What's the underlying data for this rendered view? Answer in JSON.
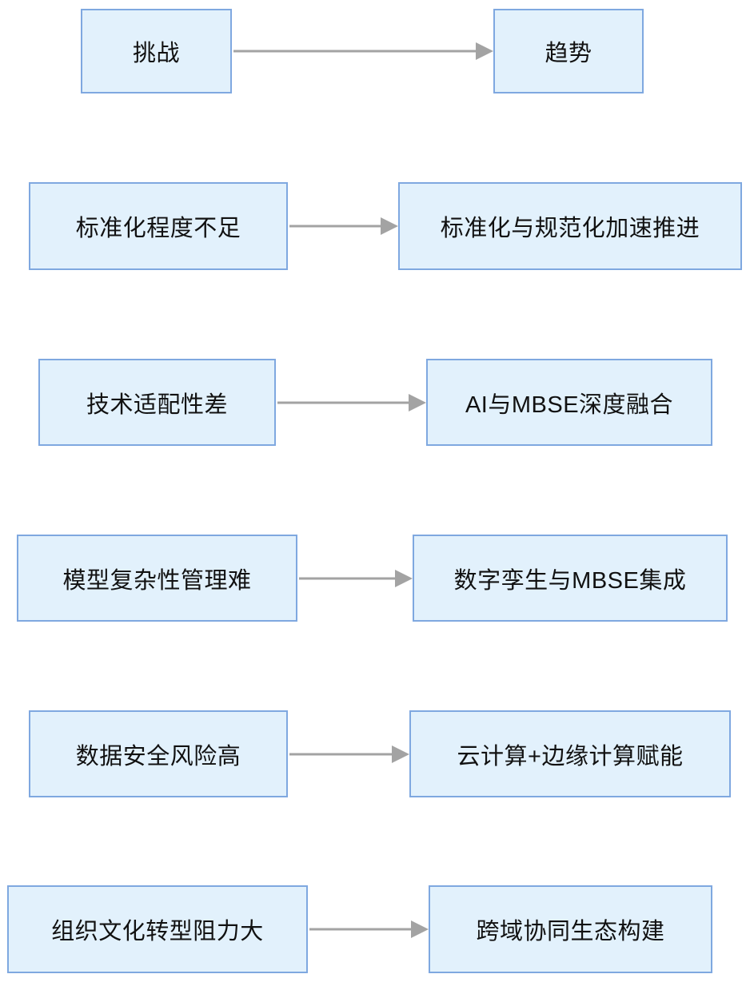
{
  "diagram": {
    "type": "flow-mapping",
    "header": {
      "left": "挑战",
      "right": "趋势"
    },
    "rows": [
      {
        "left": "标准化程度不足",
        "right": "标准化与规范化加速推进"
      },
      {
        "left": "技术适配性差",
        "right": "AI与MBSE深度融合"
      },
      {
        "left": "模型复杂性管理难",
        "right": "数字孪生与MBSE集成"
      },
      {
        "left": "数据安全风险高",
        "right": "云计算+边缘计算赋能"
      },
      {
        "left": "组织文化转型阻力大",
        "right": "跨域协同生态构建"
      }
    ],
    "colors": {
      "box_fill": "#e2f1fc",
      "box_border": "#7fa8e0",
      "arrow": "#a3a3a3",
      "text": "#111111",
      "background": "#ffffff"
    }
  }
}
